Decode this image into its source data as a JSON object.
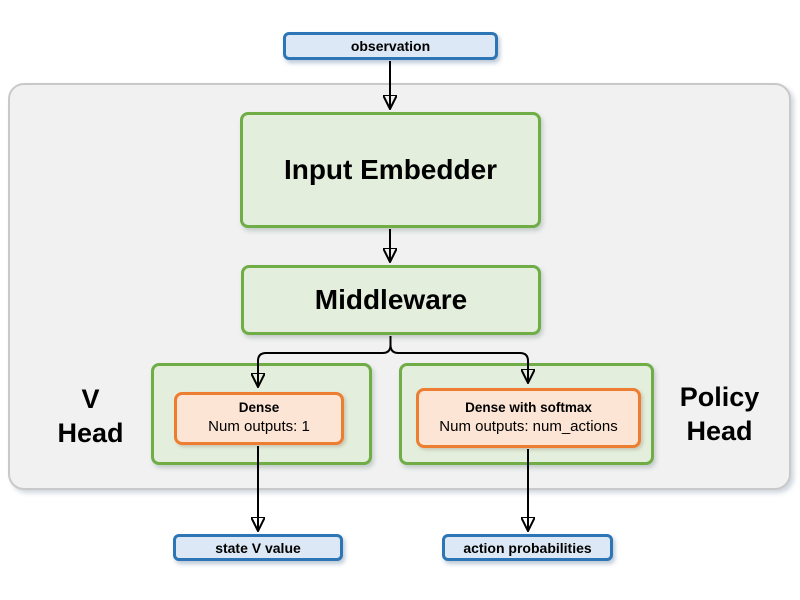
{
  "diagram": {
    "title_semantic": "policy-value network architecture",
    "observation_label": "observation",
    "input_embedder_label": "Input Embedder",
    "middleware_label": "Middleware",
    "v_head": {
      "label_line1": "V",
      "label_line2": "Head",
      "dense_title": "Dense",
      "dense_subtitle": "Num outputs: 1",
      "output_label": "state V value"
    },
    "policy_head": {
      "label_line1": "Policy",
      "label_line2": "Head",
      "dense_title": "Dense with softmax",
      "dense_subtitle": "Num outputs: num_actions",
      "output_label": "action probabilities"
    },
    "colors": {
      "io_box_border": "#2e75b6",
      "io_box_fill": "#dce8f5",
      "block_border": "#70ad47",
      "block_fill": "#e3efdc",
      "dense_border": "#ed7d31",
      "dense_fill": "#fce5d5",
      "container_fill": "#f1f1f2",
      "container_border": "#c9c9c9",
      "arrow": "#000000"
    }
  }
}
